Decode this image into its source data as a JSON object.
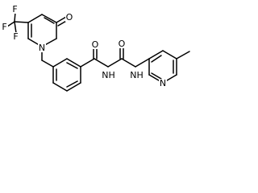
{
  "structure": {
    "atoms": {
      "F_top": "F",
      "F_left": "F",
      "F_low": "F",
      "O_pyridone": "O",
      "N_pyridone": "N",
      "O_amide": "O",
      "O_urea": "O",
      "NH_left": "NH",
      "NH_right": "NH",
      "N_pyridine": "N"
    }
  }
}
